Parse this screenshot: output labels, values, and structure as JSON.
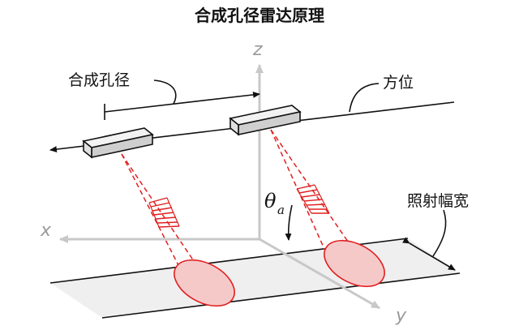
{
  "title": "合成孔径雷达原理",
  "labels": {
    "synthetic_aperture": "合成孔径",
    "azimuth": "方位",
    "swath_width": "照射幅宽",
    "angle_symbol": "θ",
    "angle_subscript": "a"
  },
  "axes": {
    "x": "x",
    "y": "y",
    "z": "z"
  },
  "colors": {
    "line": "#111111",
    "axis": "#c8c8c8",
    "beam": "#e02020",
    "footprint_fill": "#f6c9c9",
    "swath_fill": "#efefef",
    "antenna_top": "#f2f2f2",
    "antenna_side": "#cfcfcf"
  }
}
